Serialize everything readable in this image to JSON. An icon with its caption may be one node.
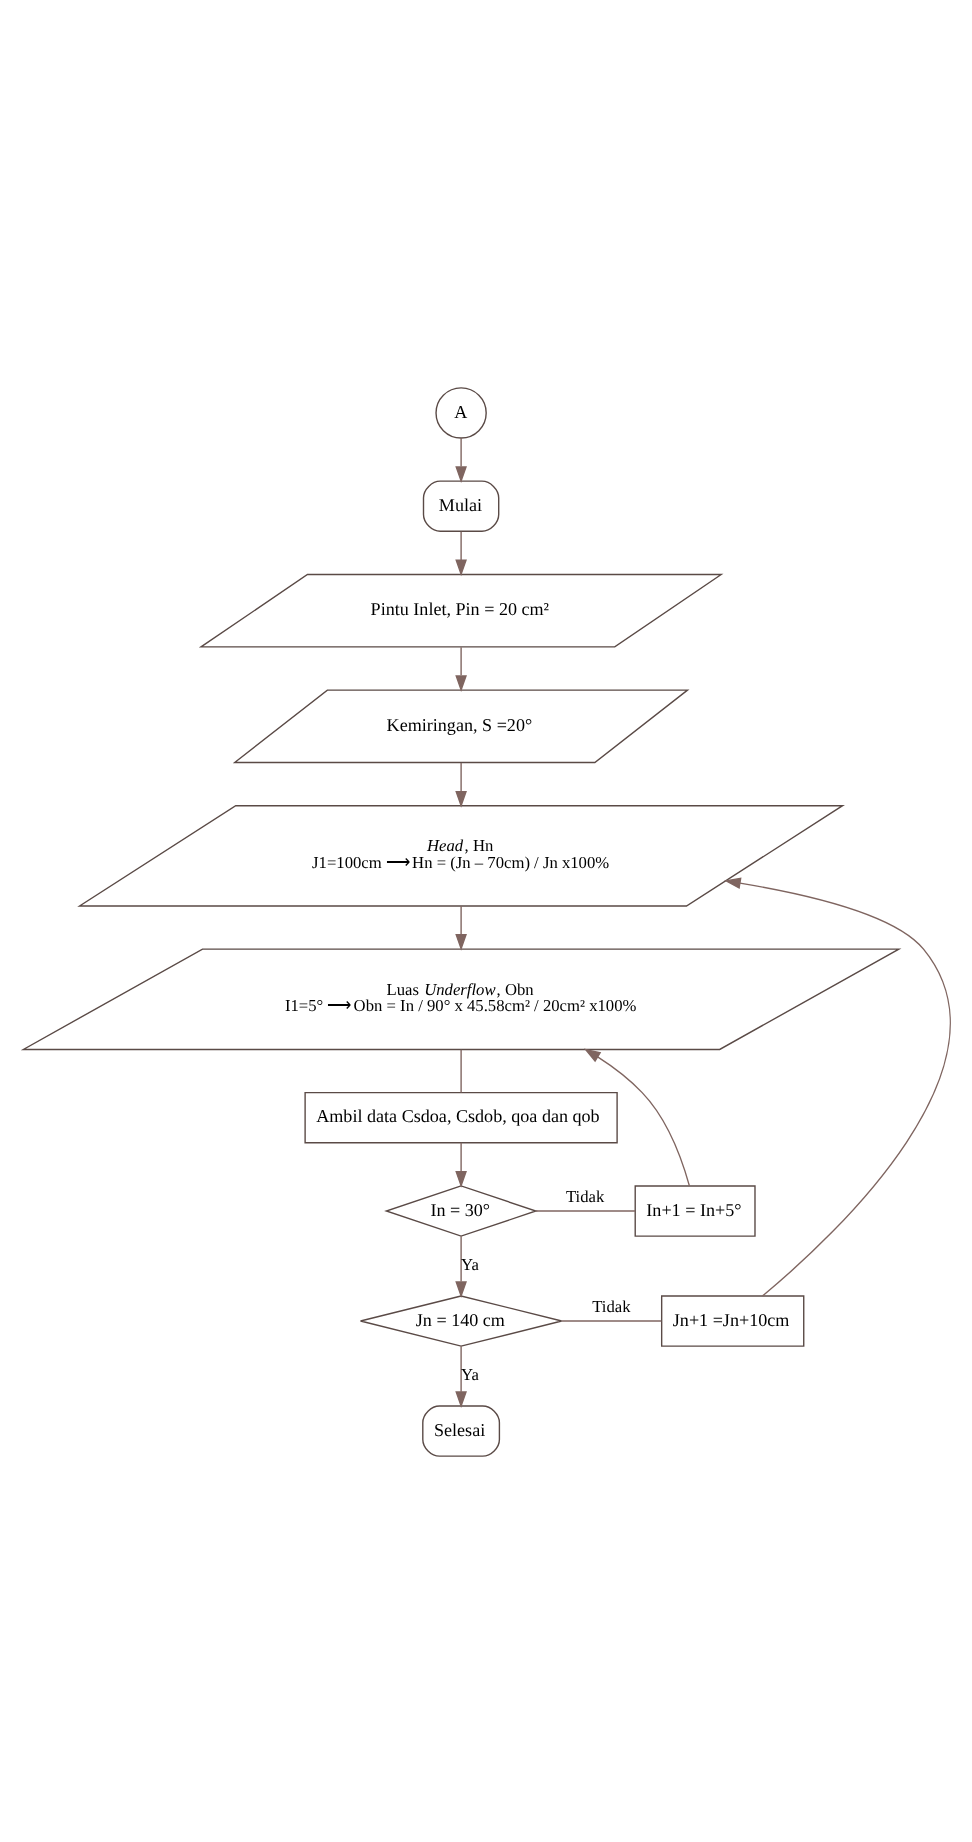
{
  "diagram": {
    "nodes": [
      {
        "text": [
          "A"
        ]
      },
      {
        "text": [
          "Mulai"
        ]
      },
      {
        "text": [
          "Pintu Inlet, Pin = 20 cm²"
        ]
      },
      {
        "text": [
          "Kemiringan, S =20°"
        ]
      },
      {
        "text": [
          "*Head*, Hn",
          "J1=100cm ⟶ Hn = (Jn – 70cm) / Jn x100%"
        ]
      },
      {
        "text": [
          "Luas *Underflow*, Obn",
          "I1=5° ⟶ Obn = In / 90° x 45.58cm² / 20cm² x100%"
        ]
      },
      {
        "text": [
          "Ambil data Csdoa, Csdob, qoa dan qob"
        ]
      },
      {
        "text": [
          "In = 30°"
        ]
      },
      {
        "text": [
          "In+1 = In+5°"
        ]
      },
      {
        "text": [
          "Jn = 140 cm"
        ]
      },
      {
        "text": [
          "Jn+1 =Jn+10cm"
        ]
      },
      {
        "text": [
          "Selesai"
        ]
      }
    ],
    "edges": [
      {
        "from": 0,
        "to": 1,
        "arrow": "to"
      },
      {
        "from": 1,
        "to": 2,
        "arrow": "to"
      },
      {
        "from": 2,
        "to": 3,
        "arrow": "to"
      },
      {
        "from": 3,
        "to": 4,
        "arrow": "to"
      },
      {
        "from": 4,
        "to": 5,
        "arrow": "to"
      },
      {
        "from": 5,
        "to": 6,
        "arrow": "none"
      },
      {
        "from": 6,
        "to": 7,
        "arrow": "to"
      },
      {
        "from": 7,
        "to": 8,
        "arrow": "none",
        "label": "Tidak"
      },
      {
        "from": 8,
        "to": 5,
        "arrow": "to"
      },
      {
        "from": 7,
        "to": 9,
        "arrow": "to",
        "label": "Ya"
      },
      {
        "from": 9,
        "to": 10,
        "arrow": "none",
        "label": "Tidak"
      },
      {
        "from": 10,
        "to": 4,
        "arrow": "to"
      },
      {
        "from": 9,
        "to": 11,
        "arrow": "to",
        "label": "Ya"
      }
    ]
  }
}
